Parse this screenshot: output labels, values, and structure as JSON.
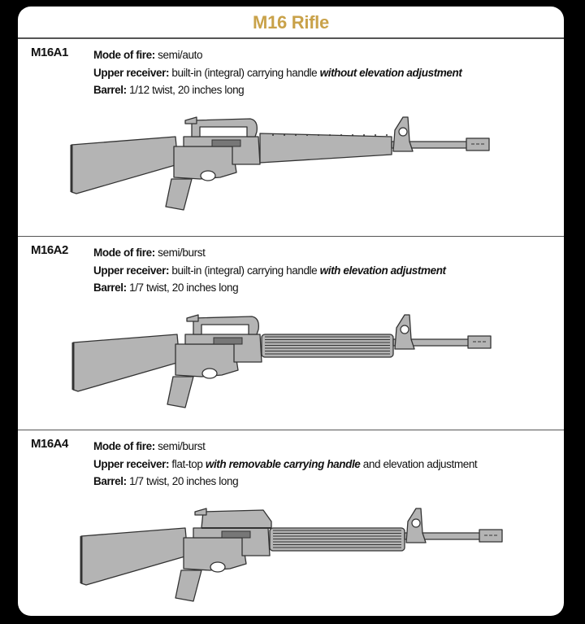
{
  "title": "M16 Rifle",
  "colors": {
    "title": "#c9a24a",
    "rifle_fill": "#b4b4b4",
    "rifle_stroke": "#333333"
  },
  "labels": {
    "mode": "Mode of fire:",
    "upper": "Upper receiver:",
    "barrel": "Barrel:"
  },
  "models": [
    {
      "name": "M16A1",
      "mode": "semi/auto",
      "upper": [
        "built-in (integral) carrying handle ",
        "without elevation adjustment",
        ""
      ],
      "barrel": "1/12 twist, 20 inches long",
      "image": "m16a1-rifle-drawing"
    },
    {
      "name": "M16A2",
      "mode": "semi/burst",
      "upper": [
        "built-in (integral) carrying handle ",
        "with elevation adjustment",
        ""
      ],
      "barrel": "1/7 twist, 20 inches long",
      "image": "m16a2-rifle-drawing"
    },
    {
      "name": "M16A4",
      "mode": "semi/burst",
      "upper": [
        "flat-top ",
        "with removable carrying handle",
        " and elevation adjustment"
      ],
      "barrel": "1/7 twist, 20 inches long",
      "image": "m16a4-rifle-drawing"
    }
  ]
}
